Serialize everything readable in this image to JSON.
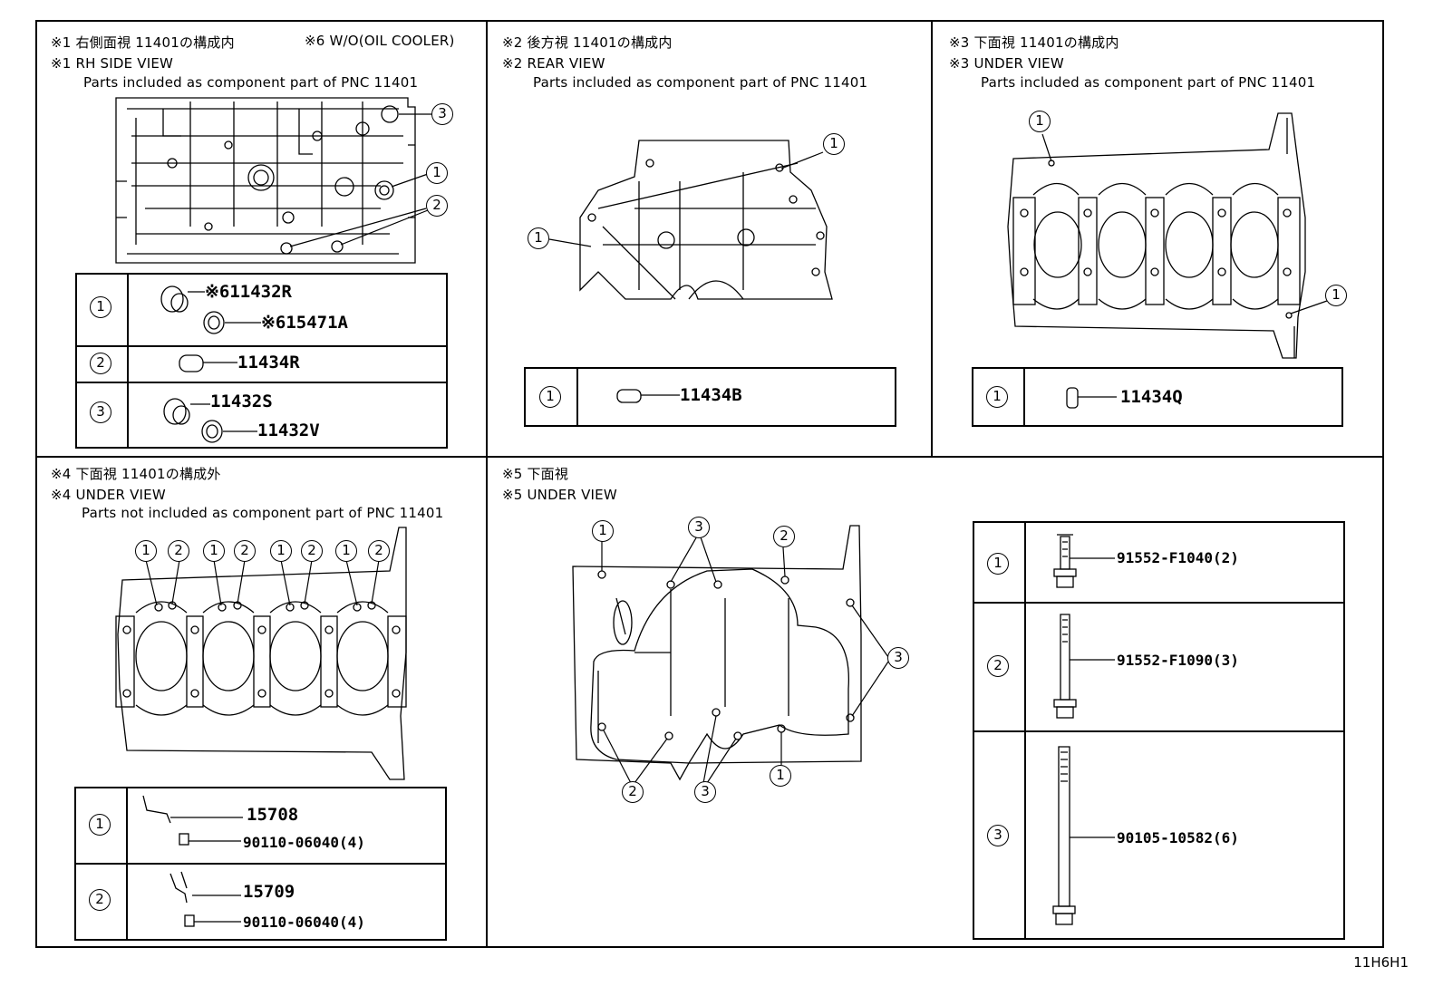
{
  "footer_code": "11H6H1",
  "panels": {
    "p1": {
      "line1_jp": "※1 右側面視 11401の構成内",
      "note_jp": "※6 W/O(OIL COOLER)",
      "line2": "※1 RH SIDE VIEW",
      "line3": "Parts included as component part of PNC 11401",
      "callouts": [
        "3",
        "1",
        "2"
      ],
      "rows": [
        {
          "num": "1",
          "parts": [
            "※611432R",
            "※615471A"
          ]
        },
        {
          "num": "2",
          "parts": [
            "11434R"
          ]
        },
        {
          "num": "3",
          "parts": [
            "11432S",
            "11432V"
          ]
        }
      ]
    },
    "p2": {
      "line1_jp": "※2 後方視 11401の構成内",
      "line2": "※2 REAR VIEW",
      "line3": "Parts included as component part of PNC 11401",
      "callouts": [
        "1",
        "1"
      ],
      "rows": [
        {
          "num": "1",
          "parts": [
            "11434B"
          ]
        }
      ]
    },
    "p3": {
      "line1_jp": "※3 下面視 11401の構成内",
      "line2": "※3 UNDER VIEW",
      "line3": "Parts included as component part of PNC 11401",
      "callouts": [
        "1",
        "1"
      ],
      "rows": [
        {
          "num": "1",
          "parts": [
            "11434Q"
          ]
        }
      ]
    },
    "p4": {
      "line1_jp": "※4 下面視 11401の構成外",
      "line2": "※4 UNDER VIEW",
      "line3": "Parts not included as component part of PNC 11401",
      "callouts": [
        "1",
        "2",
        "1",
        "2",
        "1",
        "2",
        "1",
        "2"
      ],
      "rows": [
        {
          "num": "1",
          "parts": [
            "15708",
            "90110-06040(4)"
          ]
        },
        {
          "num": "2",
          "parts": [
            "15709",
            "90110-06040(4)"
          ]
        }
      ]
    },
    "p5": {
      "line1_jp": "※5 下面視",
      "line2": "※5 UNDER VIEW",
      "callouts": [
        "1",
        "3",
        "2",
        "3",
        "2",
        "3",
        "1"
      ],
      "rows": [
        {
          "num": "1",
          "parts": [
            "91552-F1040(2)"
          ]
        },
        {
          "num": "2",
          "parts": [
            "91552-F1090(3)"
          ]
        },
        {
          "num": "3",
          "parts": [
            "90105-10582(6)"
          ]
        }
      ]
    }
  }
}
